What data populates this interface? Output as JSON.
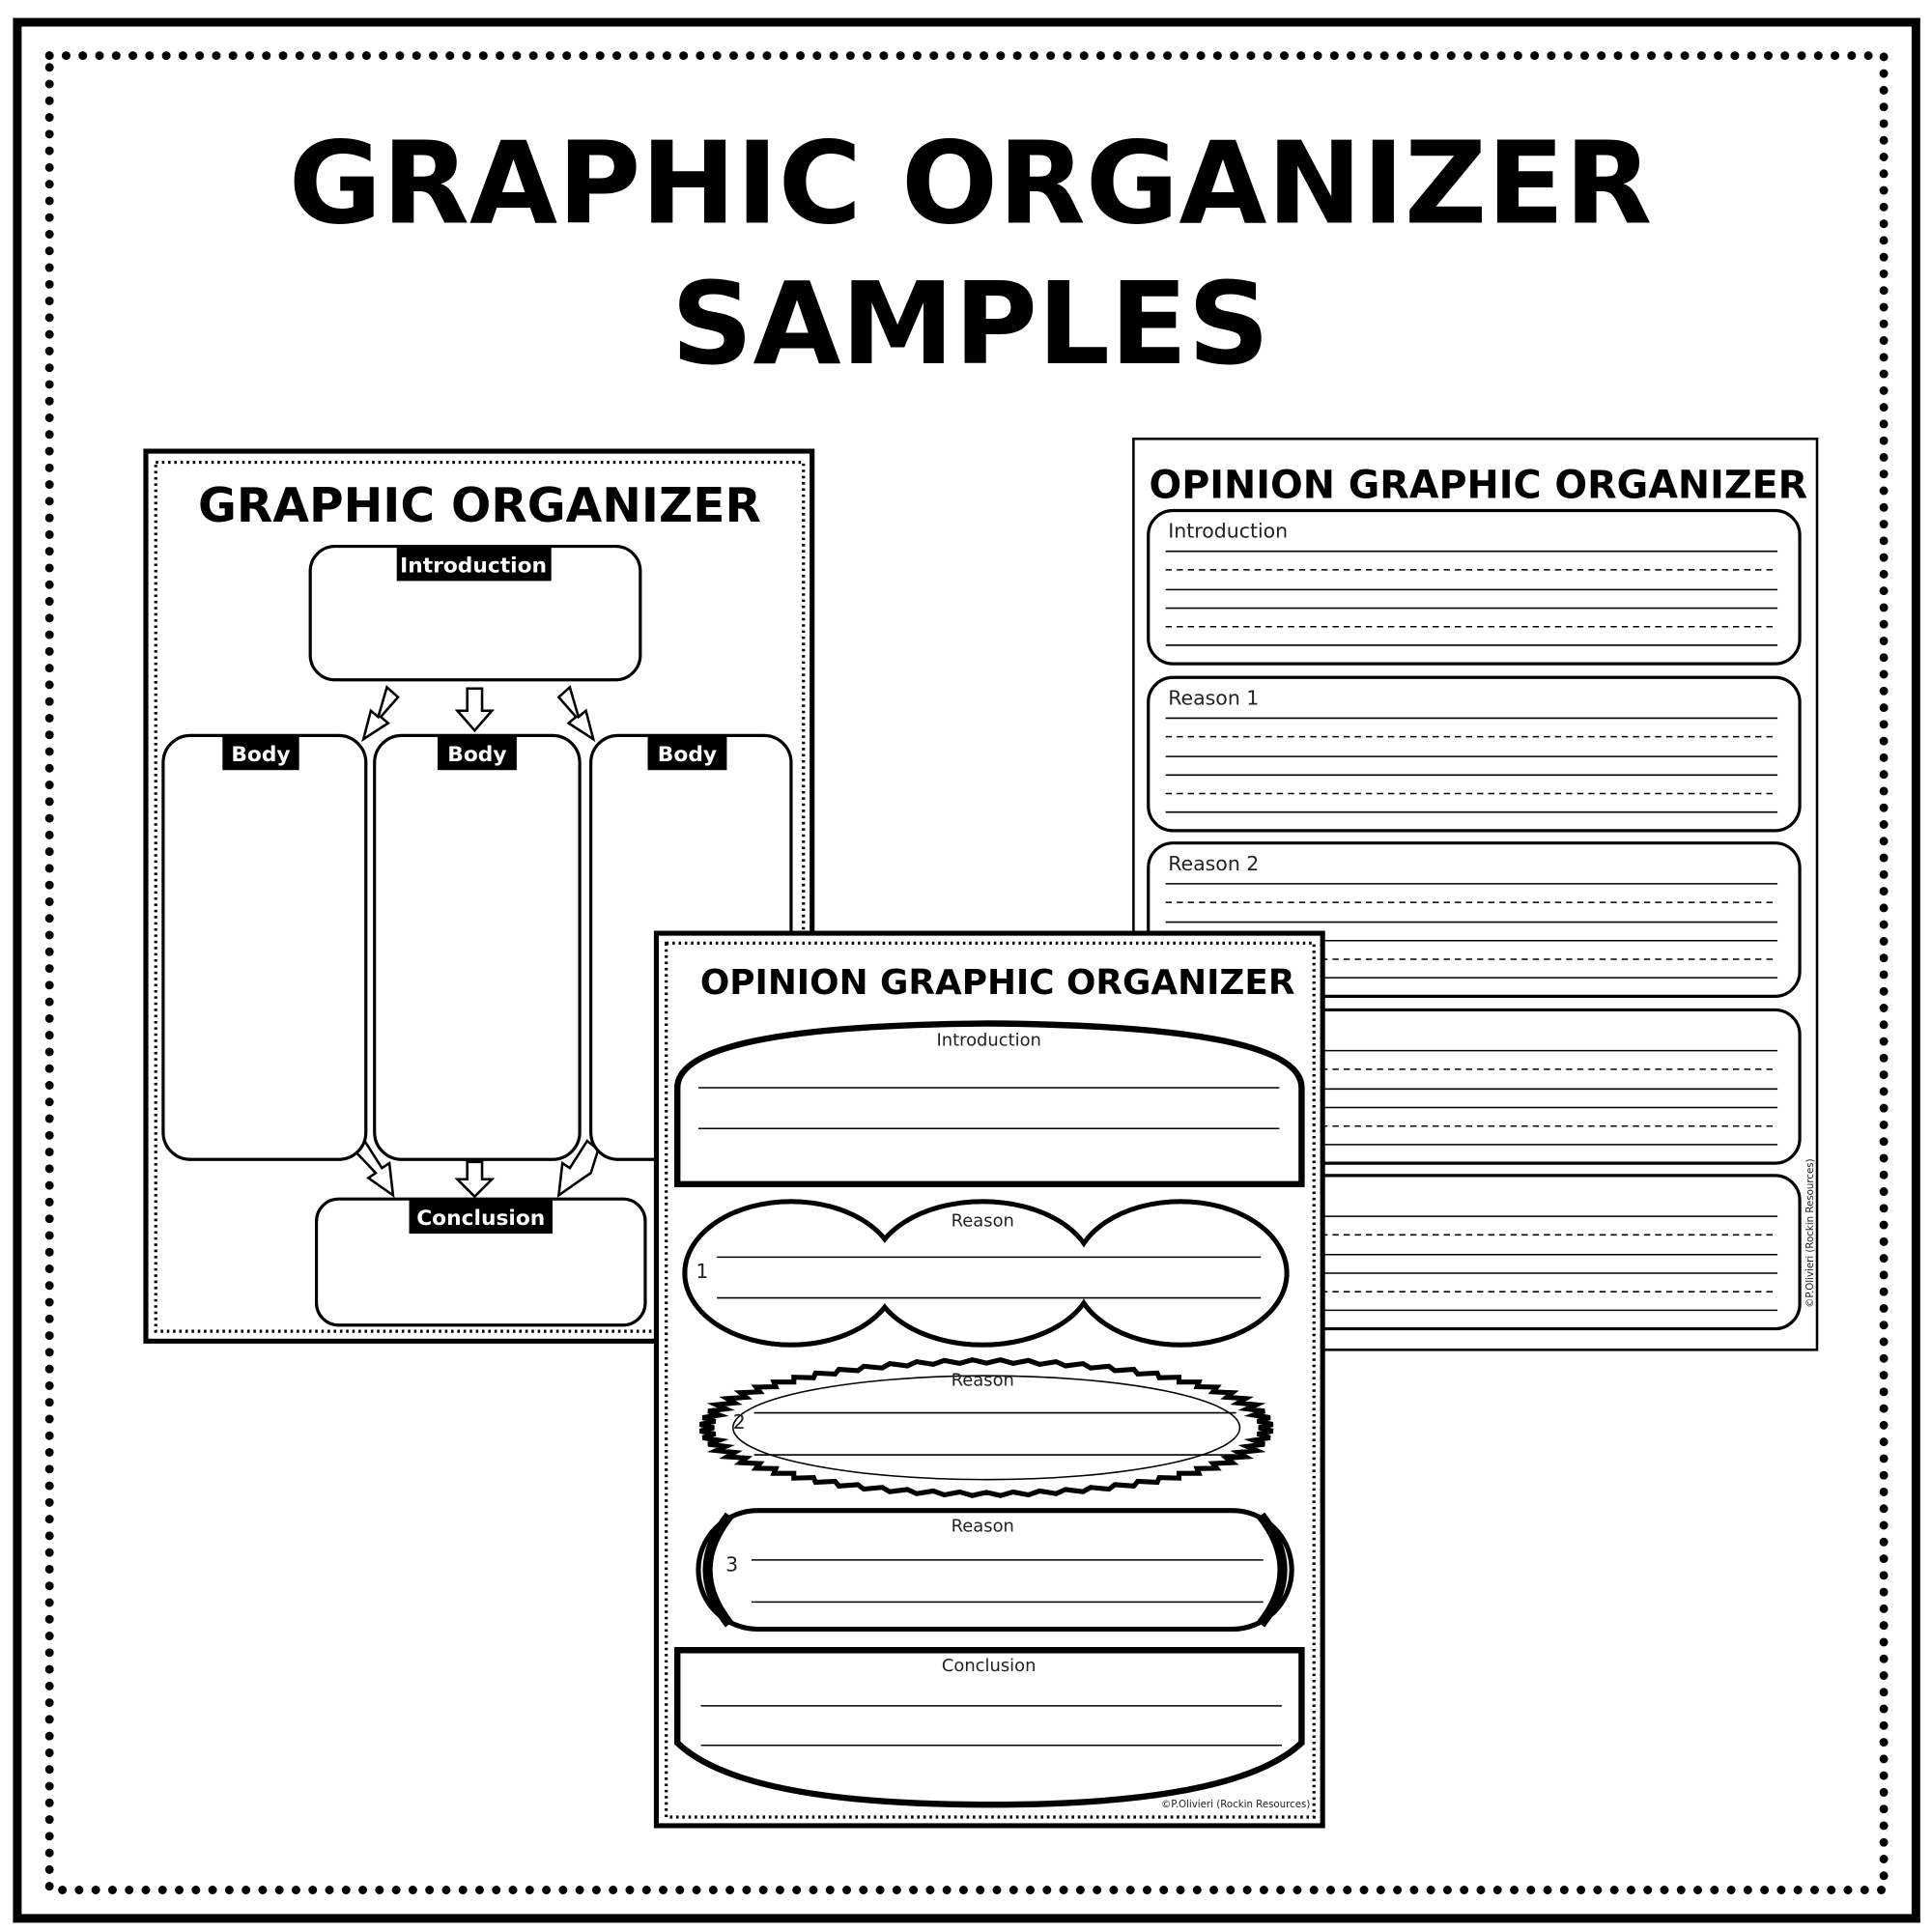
{
  "title_line1": "GRAPHIC ORGANIZER",
  "title_line2": "SAMPLES",
  "left_page": {
    "title": "GRAPHIC ORGANIZER",
    "intro": "Introduction",
    "body": [
      "Body",
      "Body",
      "Body"
    ],
    "conclusion": "Conclusion"
  },
  "right_page": {
    "title": "OPINION GRAPHIC ORGANIZER",
    "boxes": [
      "Introduction",
      "Reason 1",
      "Reason 2"
    ],
    "copyright": "©P.Olivieri (Rockin Resources)"
  },
  "front_page": {
    "title": "OPINION GRAPHIC ORGANIZER",
    "intro": "Introduction",
    "reason": "Reason",
    "numbers": [
      "1",
      "2",
      "3"
    ],
    "conclusion": "Conclusion",
    "copyright": "©P.Olivieri (Rockin Resources)"
  }
}
